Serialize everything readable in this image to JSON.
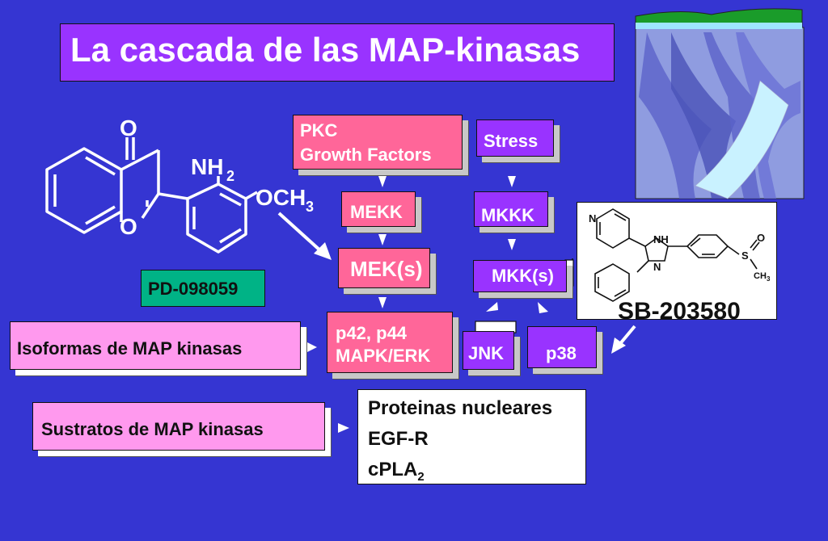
{
  "title": "La cascada de las MAP-kinasas",
  "inhibitor_left": {
    "name": "PD-098059",
    "atoms": {
      "o_ketone": "O",
      "o_ring": "O",
      "nh2": "NH",
      "nh2_sub": "2",
      "och3": "OCH",
      "och3_sub": "3"
    }
  },
  "inhibitor_right": {
    "name": "SB-203580",
    "atoms": {
      "n_pyridine": "N",
      "nh": "NH",
      "n": "N",
      "s": "S",
      "o": "O",
      "ch3": "CH",
      "ch3_sub": "3"
    }
  },
  "nodes": {
    "pkc_line1": "PKC",
    "pkc_line2": "Growth Factors",
    "stress": "Stress",
    "mekk": "MEKK",
    "mkkk": "MKKK",
    "mek": "MEK(s)",
    "mkk": "MKK(s)",
    "p42_line1": "p42, p44",
    "p42_line2": "MAPK/ERK",
    "jnk": "JNK",
    "p38": "p38"
  },
  "isoformas": "Isoformas de MAP kinasas",
  "sustratos": "Sustratos de MAP kinasas",
  "substrate_list": {
    "item1": "Proteinas nucleares",
    "item2": "EGF-R",
    "item3": "cPLA",
    "item3_sub": "2"
  }
}
